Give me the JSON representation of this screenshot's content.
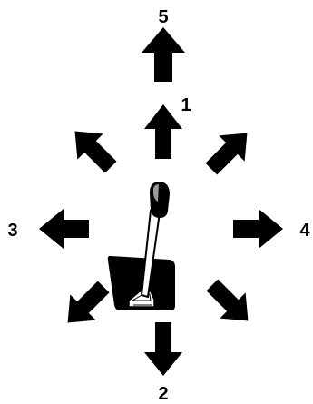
{
  "diagram": {
    "labels": {
      "top": "5",
      "upper": "1",
      "left": "3",
      "right": "4",
      "bottom": "2"
    },
    "colors": {
      "ink": "#000000",
      "background": "#ffffff",
      "knob_highlight": "#9a9a9a"
    }
  }
}
